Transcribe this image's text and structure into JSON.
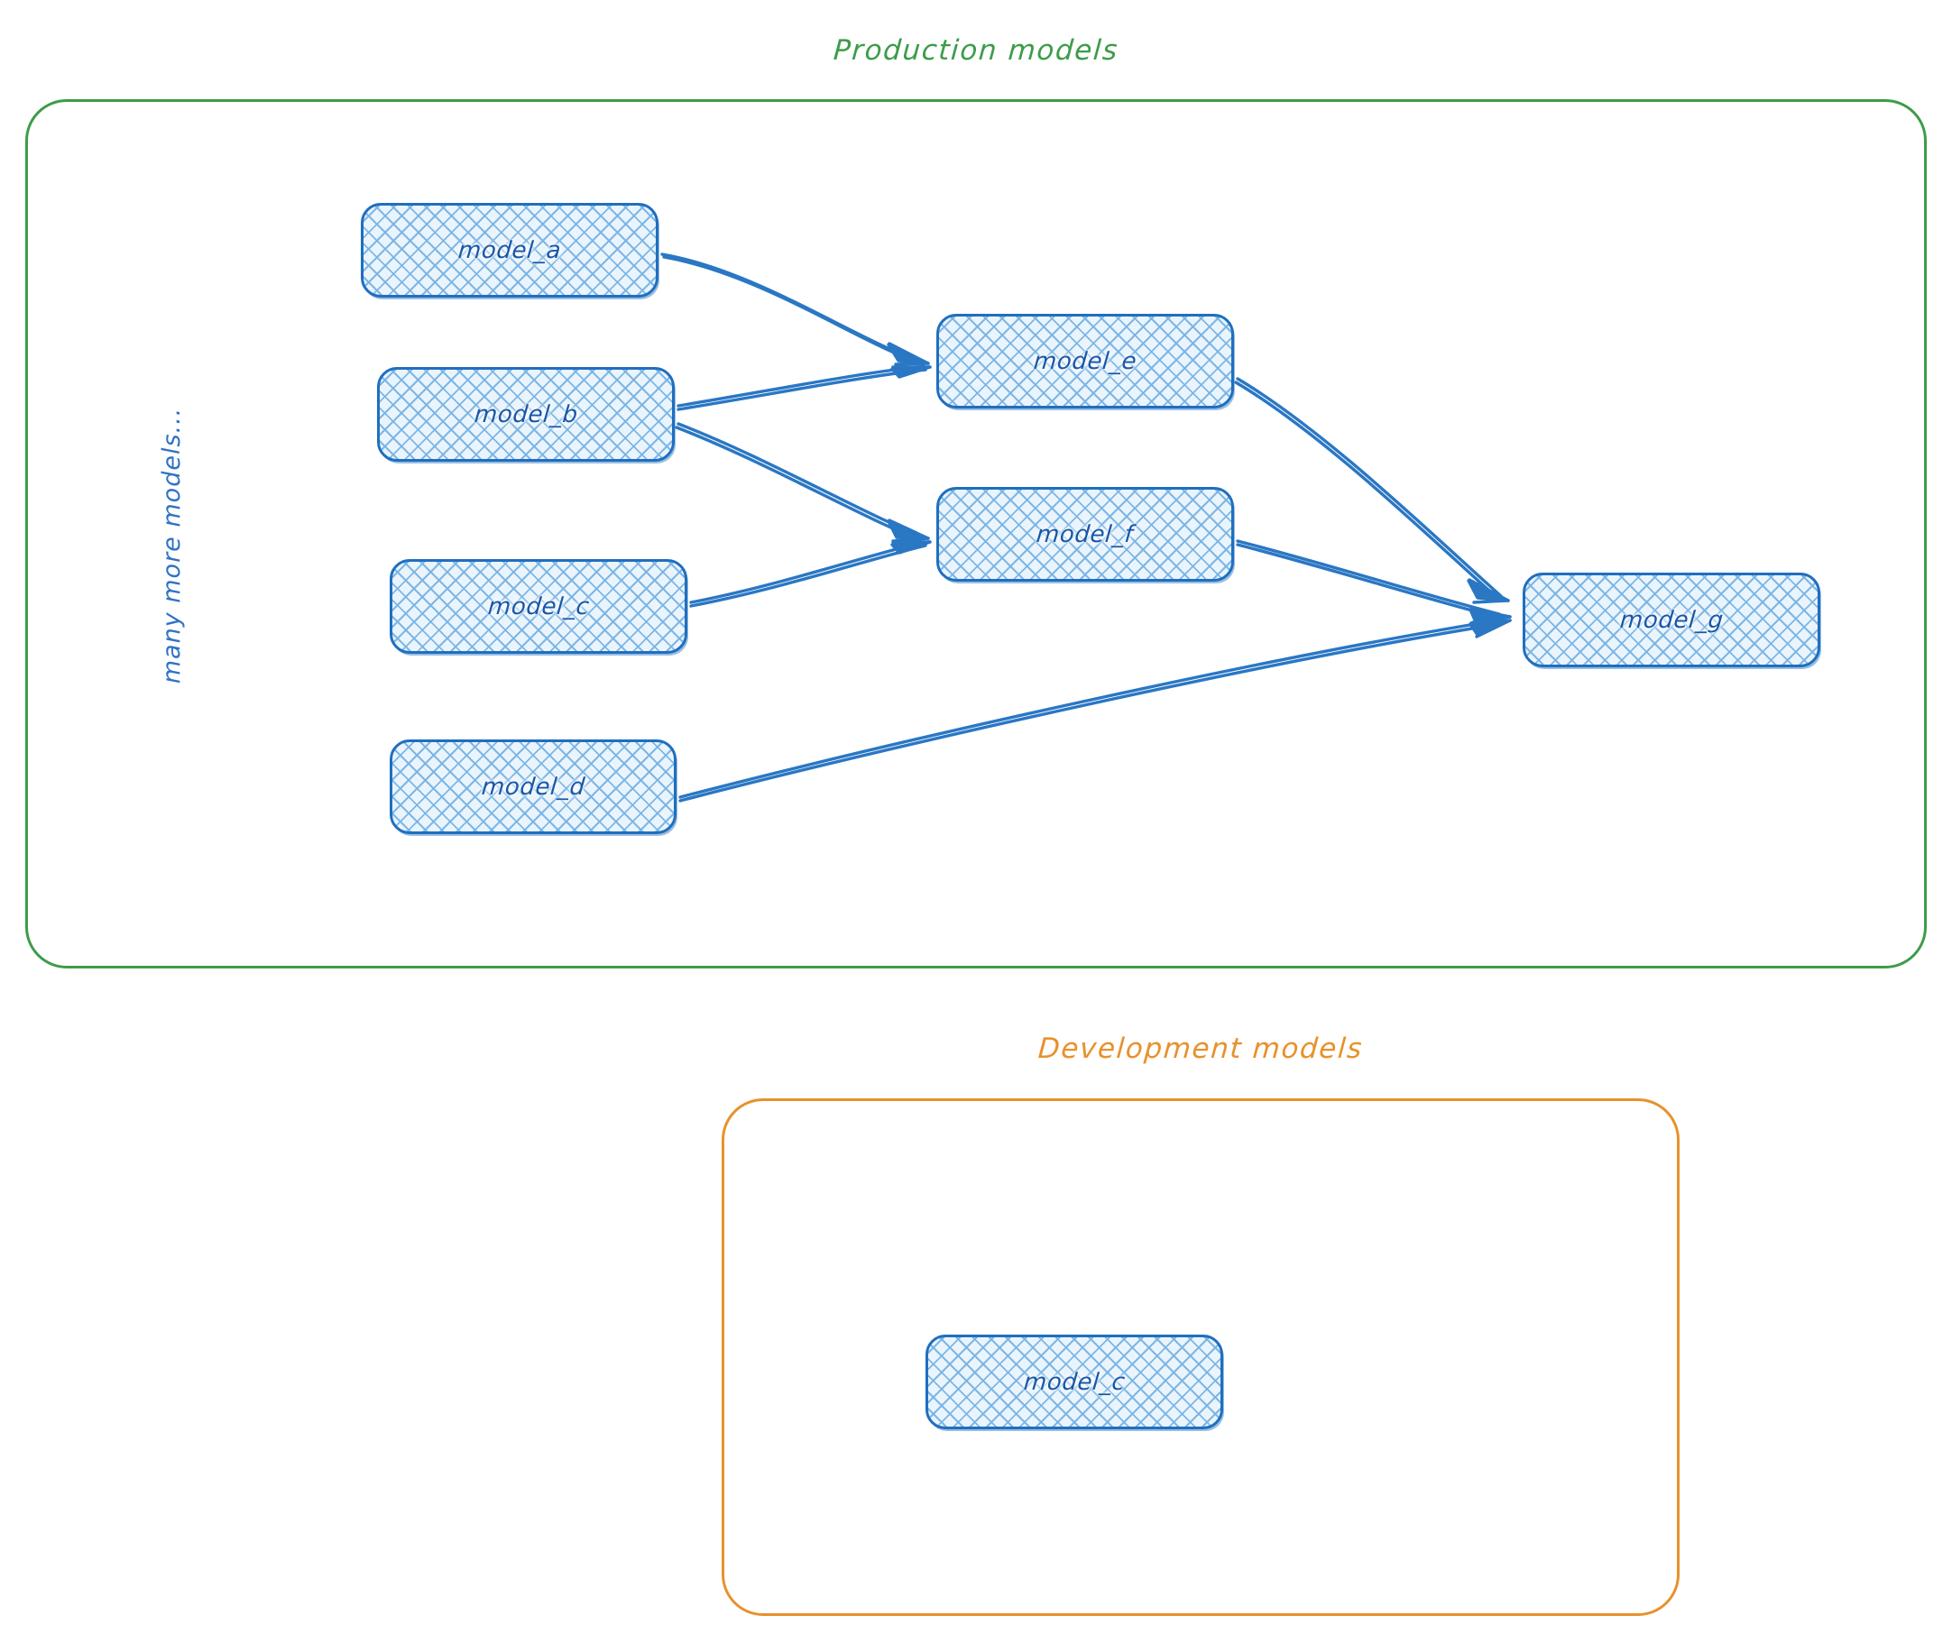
{
  "diagram": {
    "type": "node-edge-flow",
    "style": "hand-drawn-sketch",
    "background": "#ffffff",
    "groups": [
      {
        "id": "production",
        "title": "Production models",
        "color": "#3d9c4a",
        "nodes": [
          "model_a",
          "model_b",
          "model_c",
          "model_d",
          "model_e",
          "model_f",
          "model_g"
        ],
        "annotation": "many more models..."
      },
      {
        "id": "development",
        "title": "Development models",
        "color": "#e8912b",
        "nodes": [
          "model_c"
        ]
      }
    ],
    "nodes": {
      "a": {
        "label": "model_a"
      },
      "b": {
        "label": "model_b"
      },
      "c": {
        "label": "model_c"
      },
      "d": {
        "label": "model_d"
      },
      "e": {
        "label": "model_e"
      },
      "f": {
        "label": "model_f"
      },
      "g": {
        "label": "model_g"
      },
      "dev_c": {
        "label": "model_c"
      }
    },
    "edges": [
      {
        "from": "model_a",
        "to": "model_e"
      },
      {
        "from": "model_b",
        "to": "model_e"
      },
      {
        "from": "model_b",
        "to": "model_f"
      },
      {
        "from": "model_c",
        "to": "model_f"
      },
      {
        "from": "model_e",
        "to": "model_g"
      },
      {
        "from": "model_f",
        "to": "model_g"
      },
      {
        "from": "model_d",
        "to": "model_g"
      }
    ],
    "colors": {
      "node_stroke": "#1f6fbf",
      "node_fill": "#eaf4fd",
      "node_hatch": "#78b4e4",
      "node_text": "#1857a8",
      "edge": "#2a77c4",
      "production_border": "#3d9c4a",
      "development_border": "#e8912b",
      "annotation_text": "#2f72c4"
    }
  }
}
